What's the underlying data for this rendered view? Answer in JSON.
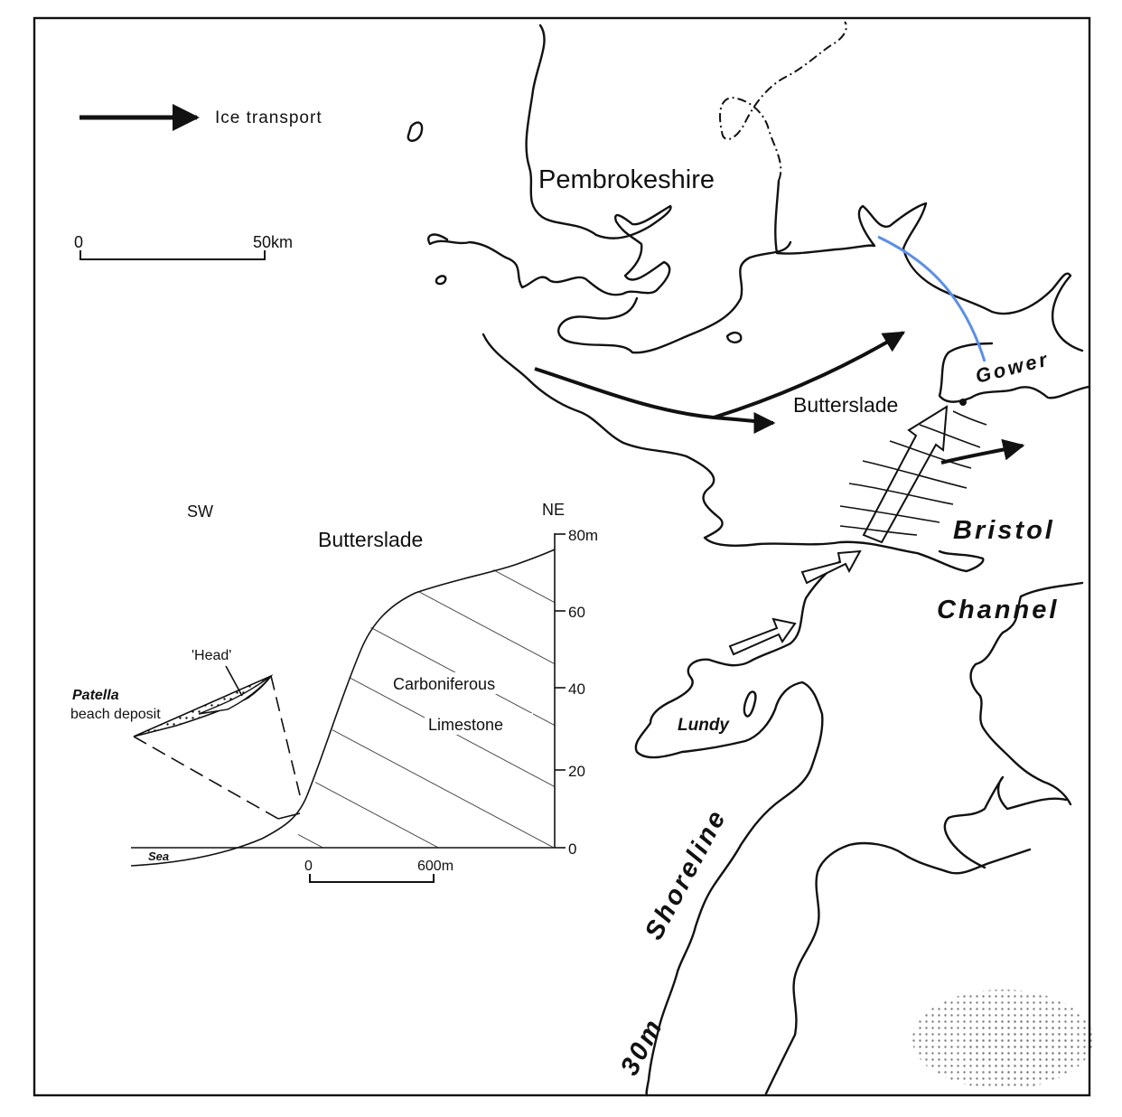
{
  "legend": {
    "ice_transport_label": "Ice transport",
    "scale_zero": "0",
    "scale_end": "50km"
  },
  "map_labels": {
    "pembrokeshire": "Pembrokeshire",
    "gower": "Gower",
    "butterslade": "Butterslade",
    "bristol": "Bristol",
    "channel": "Channel",
    "lundy": "Lundy",
    "shoreline": "Shoreline",
    "shoreline_depth": "30m"
  },
  "section": {
    "sw": "SW",
    "ne": "NE",
    "title": "Butterslade",
    "head": "'Head'",
    "patella": "Patella",
    "beach_deposit": "beach deposit",
    "carboniferous": "Carboniferous",
    "limestone": "Limestone",
    "sea": "Sea",
    "h_scale_zero": "0",
    "h_scale_end": "600m",
    "v_ticks": [
      "80m",
      "60",
      "40",
      "20",
      "0"
    ]
  },
  "colors": {
    "ink": "#111111",
    "highlight_line": "#5b8fe6",
    "paper": "#ffffff"
  }
}
